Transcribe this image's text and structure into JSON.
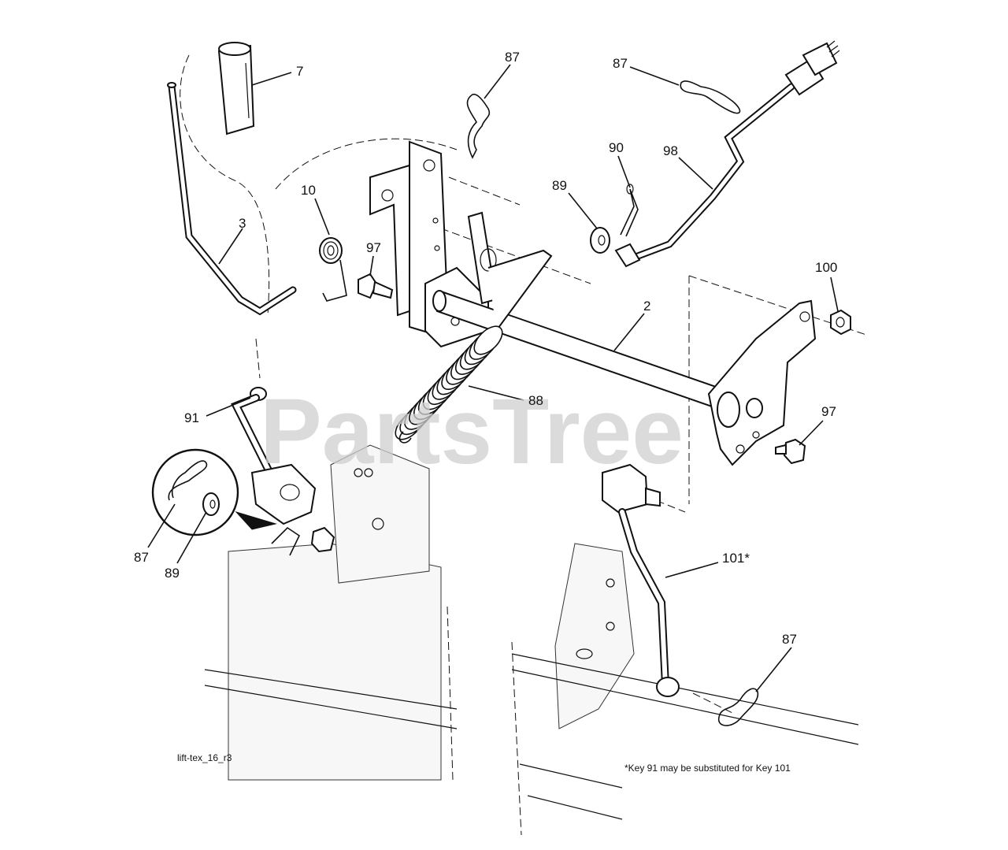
{
  "diagram": {
    "drawing_code": "lift-tex_16_r3",
    "footnote": "*Key 91 may be substituted for Key 101",
    "watermark": "PartsTree",
    "labels": [
      {
        "id": "7",
        "text": "7"
      },
      {
        "id": "87a",
        "text": "87"
      },
      {
        "id": "87b",
        "text": "87"
      },
      {
        "id": "90",
        "text": "90"
      },
      {
        "id": "98",
        "text": "98"
      },
      {
        "id": "89a",
        "text": "89"
      },
      {
        "id": "10",
        "text": "10"
      },
      {
        "id": "3",
        "text": "3"
      },
      {
        "id": "97a",
        "text": "97"
      },
      {
        "id": "100",
        "text": "100"
      },
      {
        "id": "2",
        "text": "2"
      },
      {
        "id": "88",
        "text": "88"
      },
      {
        "id": "97b",
        "text": "97"
      },
      {
        "id": "91",
        "text": "91"
      },
      {
        "id": "87c",
        "text": "87"
      },
      {
        "id": "89b",
        "text": "89"
      },
      {
        "id": "101",
        "text": "101*"
      },
      {
        "id": "87d",
        "text": "87"
      }
    ]
  }
}
